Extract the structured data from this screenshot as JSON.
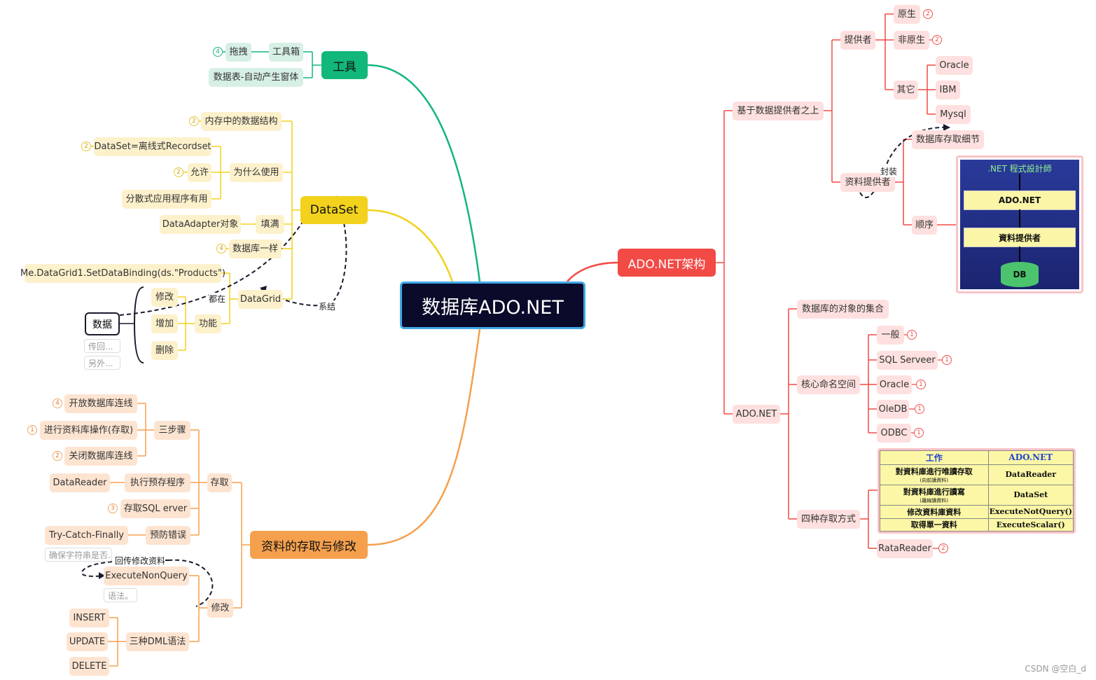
{
  "center": "数据库ADO.NET",
  "tools": {
    "title": "工具",
    "toolbox": "工具箱",
    "drag": "拖拽",
    "drag_count": "4",
    "auto_form": "数据表-自动产生窗体"
  },
  "dataset": {
    "title": "DataSet",
    "memory": "内存中的数据结构",
    "memory_count": "2",
    "why": "为什么使用",
    "recordset": "DataSet=离线式Recordset",
    "recordset_count": "2",
    "allow": "允许",
    "allow_count": "2",
    "distributed": "分散式应用程序有用",
    "fill": "填满",
    "adapter": "DataAdapter对象",
    "like_db": "数据库一样",
    "like_db_count": "4",
    "datagrid": "DataGrid",
    "binding": "Me.DataGrid1.SetDataBinding(ds.\"Products\")",
    "functions": "功能",
    "modify": "修改",
    "add": "增加",
    "delete": "删除",
    "data": "数据",
    "note1": "传回...",
    "note2": "另外...",
    "rel_all": "都在",
    "rel_system": "系结"
  },
  "access": {
    "title": "资料的存取与修改",
    "three_steps": "三步骤",
    "open": "开放数据库连线",
    "open_count": "4",
    "operate": "进行资料库操作(存取)",
    "operate_count": "1",
    "close": "关闭数据库连线",
    "close_count": "2",
    "access": "存取",
    "exec_proc": "执行预存程序",
    "datareader": "DataReader",
    "sql_server": "存取SQL erver",
    "sql_server_count": "3",
    "prevent": "预防错误",
    "try_catch": "Try-Catch-Finally",
    "ensure_note": "确保字符串是否...",
    "modify": "修改",
    "execute": "ExecuteNonQuery",
    "syntax_note": "语法。",
    "return_label": "回传修改资料",
    "dml": "三种DML语法",
    "insert": "INSERT",
    "update": "UPDATE",
    "delete": "DELETE"
  },
  "arch": {
    "title": "ADO.NET架构",
    "based": "基于数据提供者之上",
    "provider": "提供者",
    "native": "原生",
    "native_count": "2",
    "non_native": "非原生",
    "non_native_count": "2",
    "other": "其它",
    "oracle": "Oracle",
    "ibm": "IBM",
    "mysql": "Mysql",
    "data_provider": "资料提供者",
    "access_detail": "数据库存取细节",
    "encapsulate": "封装",
    "order": "顺序",
    "img_title": ".NET 程式設計師",
    "img_adonet": "ADO.NET",
    "img_provider": "資料提供者",
    "img_db": "DB",
    "adonet": "ADO.NET",
    "collection": "数据库的对象的集合",
    "namespace": "核心命名空间",
    "general": "一般",
    "sqlserver": "SQL Serveer",
    "ns_oracle": "Oracle",
    "oledb": "OleDB",
    "odbc": "ODBC",
    "ns_count": "1",
    "four_ways": "四种存取方式",
    "ratareader": "RataReader",
    "ratareader_count": "2",
    "table": {
      "h1": "工作",
      "h2": "ADO.NET",
      "r1a": "對資料庫進行唯讀存取",
      "r1a_sub": "(向前讀資料)",
      "r1b": "DataReader",
      "r2a": "對資料庫進行讀寫",
      "r2a_sub": "(離線讀資料)",
      "r2b": "DataSet",
      "r3a": "修改資料庫資料",
      "r3b": "ExecuteNotQuery()",
      "r4a": "取得單一資料",
      "r4b": "ExecuteScalar()"
    }
  },
  "watermark": "CSDN @空白_d",
  "colors": {
    "tools": "#12b77a",
    "dataset": "#f2d21c",
    "access": "#f5a04d",
    "arch": "#f24a45",
    "center_bg": "#0a0a2a",
    "center_border": "#3fa8e8"
  }
}
